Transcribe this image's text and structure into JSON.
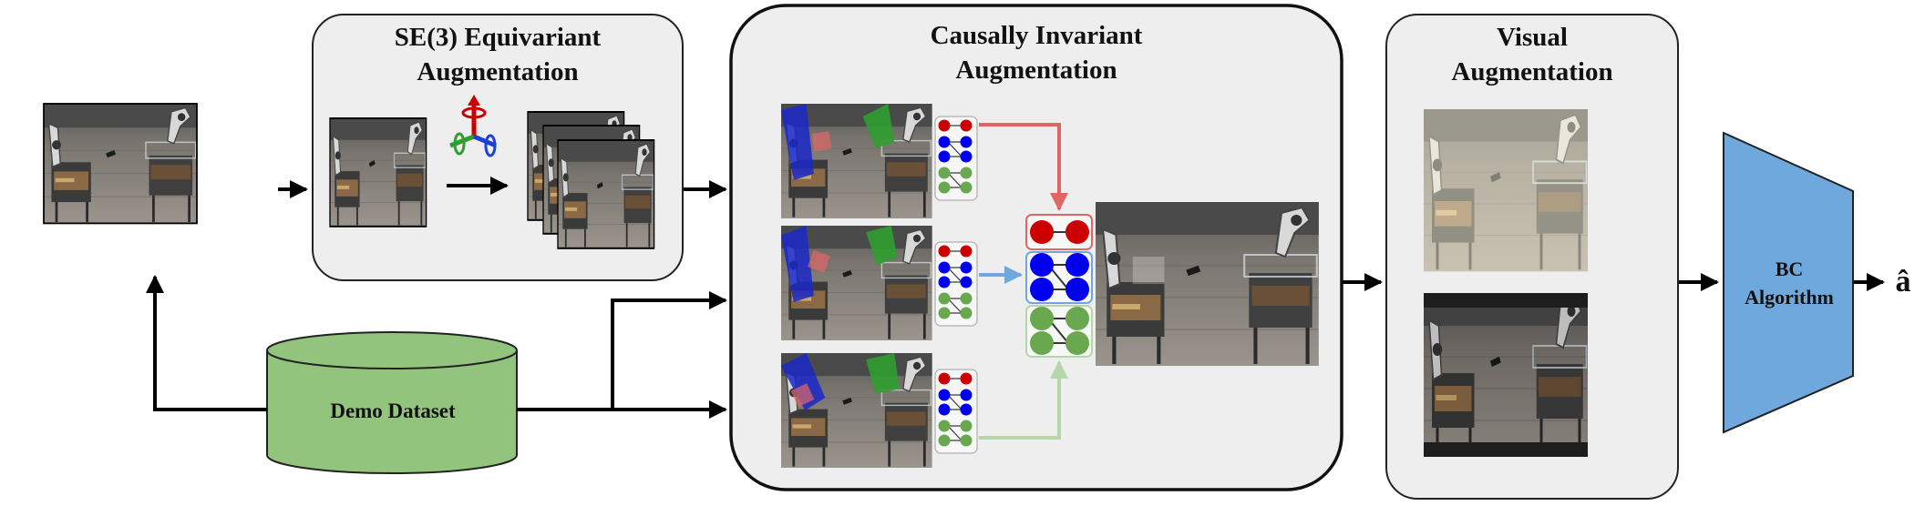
{
  "panels": {
    "se3": {
      "title_line1": "SE(3) Equivariant",
      "title_line2": "Augmentation"
    },
    "causal": {
      "title_line1": "Causally Invariant",
      "title_line2": "Augmentation"
    },
    "visual": {
      "title_line1": "Visual",
      "title_line2": "Augmentation"
    }
  },
  "dataset": {
    "label": "Demo Dataset"
  },
  "policy": {
    "label_line1": "BC",
    "label_line2": "Algorithm"
  },
  "output": {
    "symbol": "â"
  },
  "colors": {
    "panel_fill": "#eeeeee",
    "dataset_green": "#93c47d",
    "policy_blue": "#6fa8dc",
    "node_red": "#cc0000",
    "node_blue": "#0000ee",
    "node_green": "#6aa84f",
    "arrow_red": "#e06666",
    "arrow_blue": "#6fa8dc",
    "arrow_green": "#b6d7a8"
  },
  "icons": [
    "robot-scene-image",
    "rotation-axes-icon",
    "causal-graph-icon",
    "arrow-icon"
  ]
}
